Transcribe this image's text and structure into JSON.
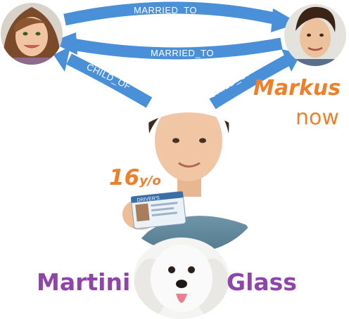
{
  "edges": [
    {
      "label": "MARRIED_TO"
    },
    {
      "label": "MARRIED_TO"
    },
    {
      "label": "CHILD_OF"
    },
    {
      "label": "CHILD_OF"
    }
  ],
  "people": {
    "son_name": "Markus",
    "son_name_suffix": "now",
    "son_age_number": "16",
    "son_age_unit": "y/o",
    "id_card_header": "DRIVER'S"
  },
  "pet": {
    "name_first": "Martini",
    "name_second": "Glass"
  },
  "colors": {
    "arrow": "#4a90d9",
    "highlight": "#f07f2a",
    "pet_name": "#8e44a8"
  }
}
